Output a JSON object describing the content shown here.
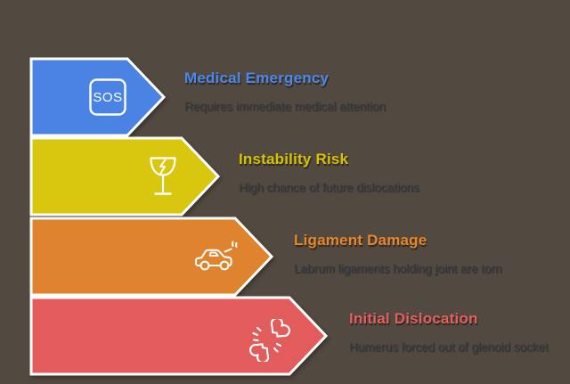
{
  "canvas": {
    "background_color": "#524A41"
  },
  "subtitle_color": "#3A3E48",
  "stages": [
    {
      "title": "Medical Emergency",
      "subtitle": "Requires immediate medical attention",
      "arrow_color": "#4A83E3",
      "title_color": "#4C87EC",
      "icon": "sos-icon",
      "icon_label": "SOS"
    },
    {
      "title": "Instability Risk",
      "subtitle": "High chance of future dislocations",
      "arrow_color": "#D9C60E",
      "title_color": "#D6C400",
      "icon": "fragile-glass-icon"
    },
    {
      "title": "Ligament Damage",
      "subtitle": "Labrum ligaments holding joint are torn",
      "arrow_color": "#E0832E",
      "title_color": "#E8862A",
      "icon": "broken-car-icon"
    },
    {
      "title": "Initial Dislocation",
      "subtitle": "Humerus forced out of glenoid socket",
      "arrow_color": "#E15C5A",
      "title_color": "#E55E5E",
      "icon": "broken-bone-icon"
    }
  ]
}
